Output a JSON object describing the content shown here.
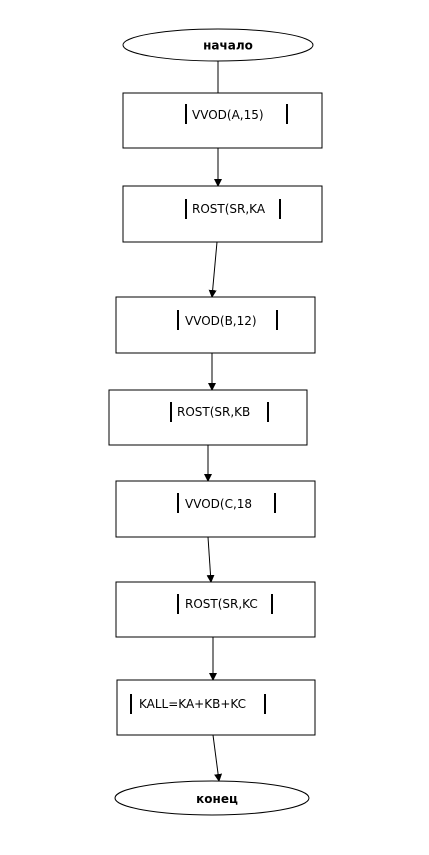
{
  "flowchart": {
    "start_label": "начало",
    "end_label": "конец",
    "steps": [
      {
        "label": "VVOD(A,15)"
      },
      {
        "label": "ROST(SR,KA"
      },
      {
        "label": "VVOD(B,12)"
      },
      {
        "label": "ROST(SR,KB"
      },
      {
        "label": "VVOD(C,18"
      },
      {
        "label": "ROST(SR,KC"
      },
      {
        "label": "KALL=KA+KB+KC"
      }
    ]
  }
}
